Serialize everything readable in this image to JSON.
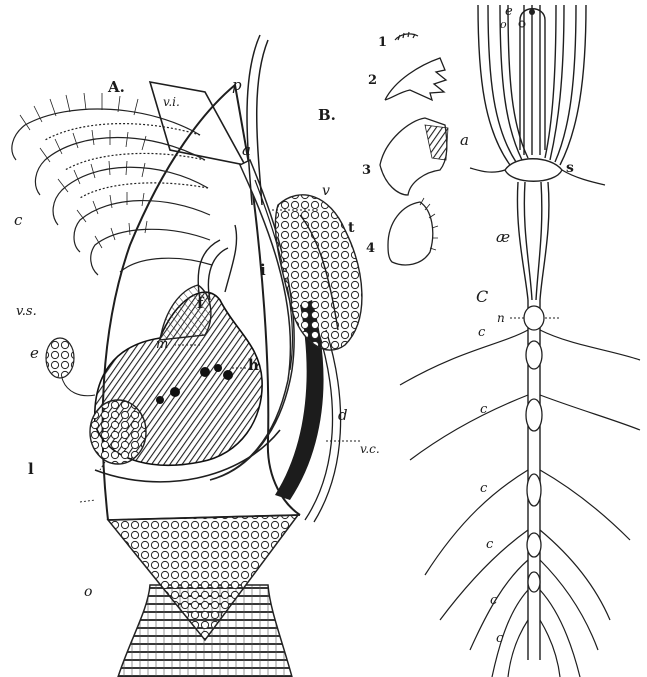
{
  "figure": {
    "panels": {
      "A": "A.",
      "B": "B.",
      "C": "C"
    },
    "labels_a": {
      "vi": "v.i.",
      "p": "p",
      "a": "a",
      "v": "v",
      "t": "t",
      "c": "c",
      "vs": "v.s.",
      "m": "m",
      "f": "f",
      "i": "i",
      "e": "e",
      "h": "h",
      "d": "d",
      "vc": "v.c.",
      "l": "l",
      "o": "o"
    },
    "labels_b": {
      "n1": "1",
      "n2": "2",
      "n3": "3",
      "n4": "4"
    },
    "labels_c": {
      "e": "e",
      "o": "o",
      "a": "a",
      "s": "s",
      "ae": "æ",
      "n": "n",
      "c1": "c",
      "c2": "c",
      "c3": "c",
      "c4": "c",
      "c5": "c",
      "c6": "c"
    }
  }
}
